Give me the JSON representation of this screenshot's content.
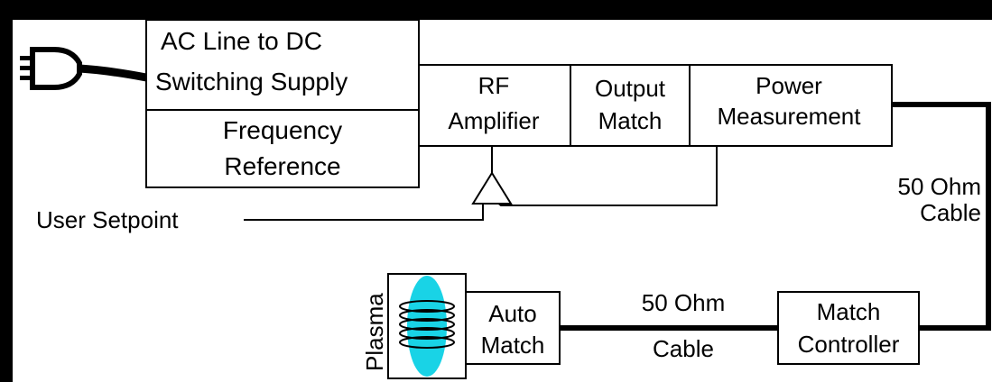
{
  "blocks": {
    "ac_supply": {
      "line1": "AC Line to DC",
      "line2": "Switching Supply"
    },
    "frequency_reference": {
      "line1": "Frequency",
      "line2": "Reference"
    },
    "rf_amplifier": {
      "line1": "RF",
      "line2": "Amplifier"
    },
    "output_match": {
      "line1": "Output",
      "line2": "Match"
    },
    "power_measurement": {
      "line1": "Power",
      "line2": "Measurement"
    },
    "auto_match": {
      "line1": "Auto",
      "line2": "Match"
    },
    "match_controller": {
      "line1": "Match",
      "line2": "Controller"
    },
    "plasma": {
      "label": "Plasma"
    }
  },
  "labels": {
    "user_setpoint": "User Setpoint",
    "cable_right": {
      "line1": "50 Ohm",
      "line2": "Cable"
    },
    "cable_bottom": {
      "line1": "50 Ohm",
      "line2": "Cable"
    }
  },
  "colors": {
    "background": "#000000",
    "panel": "#ffffff",
    "plasma": "#19d3e6",
    "line": "#000000"
  },
  "icons": [
    "power-plug-icon",
    "amplifier-triangle-icon",
    "coil-icon"
  ]
}
